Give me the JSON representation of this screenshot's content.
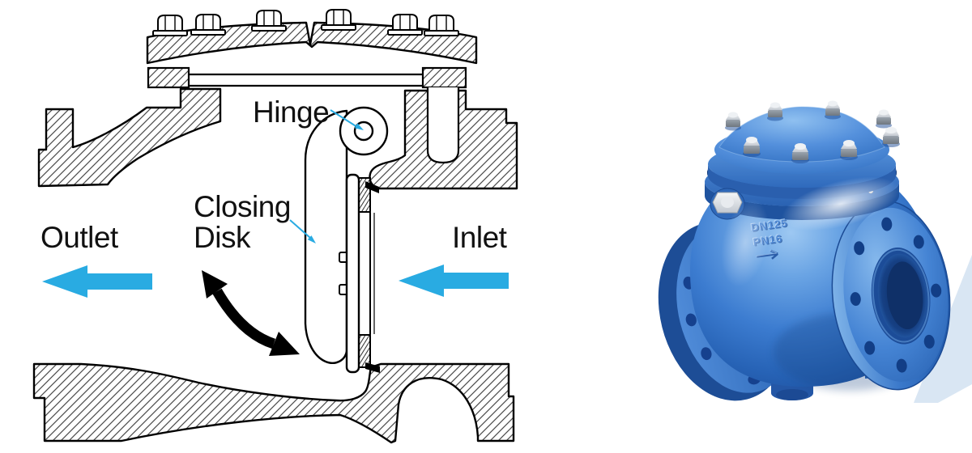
{
  "diagram": {
    "labels": {
      "hinge": "Hinge",
      "closing1": "Closing",
      "closing2": "Disk",
      "outlet": "Outlet",
      "inlet": "Inlet"
    },
    "colors": {
      "annotation_blue": "#29ABE2",
      "ink": "#000000"
    }
  },
  "photo": {
    "markings": [
      "DN125",
      "PN16"
    ],
    "valve_blue": "#3b7ccd"
  }
}
